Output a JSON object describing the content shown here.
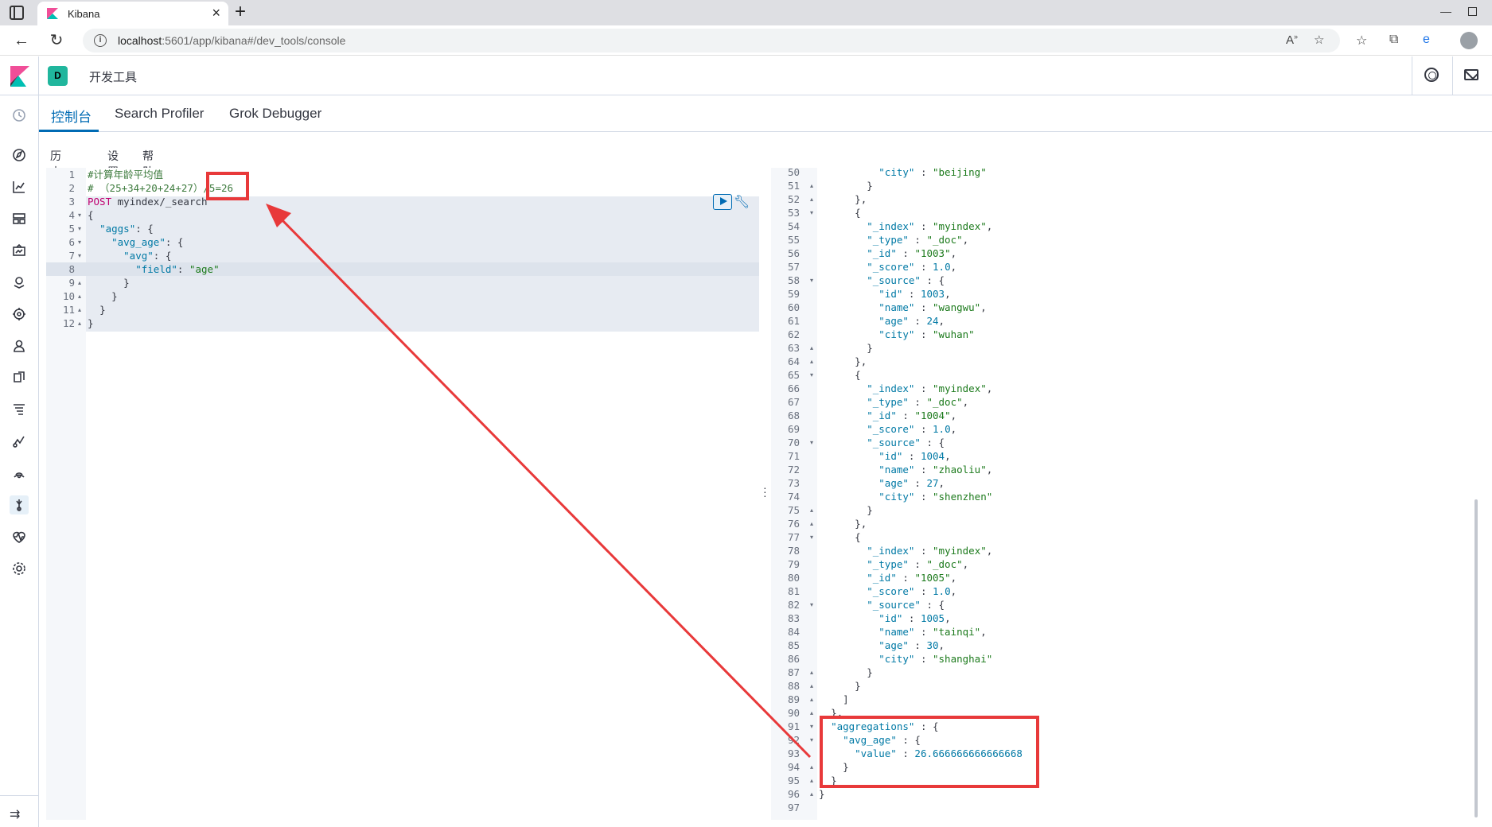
{
  "browser": {
    "tab_title": "Kibana",
    "url_host": "localhost",
    "url_rest": ":5601/app/kibana#/dev_tools/console"
  },
  "header": {
    "space_initial": "D",
    "breadcrumb": "开发工具"
  },
  "icons": {
    "sidebar": [
      "clock-icon",
      "compass-icon",
      "visualize-icon",
      "dashboard-icon",
      "canvas-icon",
      "maps-icon",
      "ml-icon",
      "user-icon",
      "logs-icon",
      "apm-icon",
      "uptime-icon",
      "siem-icon",
      "devtools-icon",
      "monitoring-icon",
      "management-icon"
    ]
  },
  "devtools": {
    "tabs": [
      {
        "label": "控制台",
        "active": true
      },
      {
        "label": "Search Profiler",
        "active": false
      },
      {
        "label": "Grok Debugger",
        "active": false
      }
    ],
    "menu": [
      "历史记录",
      "设置",
      "帮助"
    ]
  },
  "request_lines": [
    {
      "n": "1",
      "fold": "",
      "text": "#计算年龄平均值"
    },
    {
      "n": "2",
      "fold": "",
      "text": "# （25+34+20+24+27）/5=26"
    },
    {
      "n": "3",
      "fold": "",
      "text": "POST myindex/_search"
    },
    {
      "n": "4",
      "fold": "▾",
      "text": "{"
    },
    {
      "n": "5",
      "fold": "▾",
      "text": "  \"aggs\": {"
    },
    {
      "n": "6",
      "fold": "▾",
      "text": "    \"avg_age\": {"
    },
    {
      "n": "7",
      "fold": "▾",
      "text": "      \"avg\": {"
    },
    {
      "n": "8",
      "fold": "",
      "text": "        \"field\": \"age\""
    },
    {
      "n": "9",
      "fold": "▴",
      "text": "      }"
    },
    {
      "n": "10",
      "fold": "▴",
      "text": "    }"
    },
    {
      "n": "11",
      "fold": "▴",
      "text": "  }"
    },
    {
      "n": "12",
      "fold": "▴",
      "text": "}"
    }
  ],
  "response_lines": [
    {
      "n": "50",
      "fold": "",
      "text": "          \"city\" : \"beijing\""
    },
    {
      "n": "51",
      "fold": "▴",
      "text": "        }"
    },
    {
      "n": "52",
      "fold": "▴",
      "text": "      },"
    },
    {
      "n": "53",
      "fold": "▾",
      "text": "      {"
    },
    {
      "n": "54",
      "fold": "",
      "text": "        \"_index\" : \"myindex\","
    },
    {
      "n": "55",
      "fold": "",
      "text": "        \"_type\" : \"_doc\","
    },
    {
      "n": "56",
      "fold": "",
      "text": "        \"_id\" : \"1003\","
    },
    {
      "n": "57",
      "fold": "",
      "text": "        \"_score\" : 1.0,"
    },
    {
      "n": "58",
      "fold": "▾",
      "text": "        \"_source\" : {"
    },
    {
      "n": "59",
      "fold": "",
      "text": "          \"id\" : 1003,"
    },
    {
      "n": "60",
      "fold": "",
      "text": "          \"name\" : \"wangwu\","
    },
    {
      "n": "61",
      "fold": "",
      "text": "          \"age\" : 24,"
    },
    {
      "n": "62",
      "fold": "",
      "text": "          \"city\" : \"wuhan\""
    },
    {
      "n": "63",
      "fold": "▴",
      "text": "        }"
    },
    {
      "n": "64",
      "fold": "▴",
      "text": "      },"
    },
    {
      "n": "65",
      "fold": "▾",
      "text": "      {"
    },
    {
      "n": "66",
      "fold": "",
      "text": "        \"_index\" : \"myindex\","
    },
    {
      "n": "67",
      "fold": "",
      "text": "        \"_type\" : \"_doc\","
    },
    {
      "n": "68",
      "fold": "",
      "text": "        \"_id\" : \"1004\","
    },
    {
      "n": "69",
      "fold": "",
      "text": "        \"_score\" : 1.0,"
    },
    {
      "n": "70",
      "fold": "▾",
      "text": "        \"_source\" : {"
    },
    {
      "n": "71",
      "fold": "",
      "text": "          \"id\" : 1004,"
    },
    {
      "n": "72",
      "fold": "",
      "text": "          \"name\" : \"zhaoliu\","
    },
    {
      "n": "73",
      "fold": "",
      "text": "          \"age\" : 27,"
    },
    {
      "n": "74",
      "fold": "",
      "text": "          \"city\" : \"shenzhen\""
    },
    {
      "n": "75",
      "fold": "▴",
      "text": "        }"
    },
    {
      "n": "76",
      "fold": "▴",
      "text": "      },"
    },
    {
      "n": "77",
      "fold": "▾",
      "text": "      {"
    },
    {
      "n": "78",
      "fold": "",
      "text": "        \"_index\" : \"myindex\","
    },
    {
      "n": "79",
      "fold": "",
      "text": "        \"_type\" : \"_doc\","
    },
    {
      "n": "80",
      "fold": "",
      "text": "        \"_id\" : \"1005\","
    },
    {
      "n": "81",
      "fold": "",
      "text": "        \"_score\" : 1.0,"
    },
    {
      "n": "82",
      "fold": "▾",
      "text": "        \"_source\" : {"
    },
    {
      "n": "83",
      "fold": "",
      "text": "          \"id\" : 1005,"
    },
    {
      "n": "84",
      "fold": "",
      "text": "          \"name\" : \"tainqi\","
    },
    {
      "n": "85",
      "fold": "",
      "text": "          \"age\" : 30,"
    },
    {
      "n": "86",
      "fold": "",
      "text": "          \"city\" : \"shanghai\""
    },
    {
      "n": "87",
      "fold": "▴",
      "text": "        }"
    },
    {
      "n": "88",
      "fold": "▴",
      "text": "      }"
    },
    {
      "n": "89",
      "fold": "▴",
      "text": "    ]"
    },
    {
      "n": "90",
      "fold": "▴",
      "text": "  },"
    },
    {
      "n": "91",
      "fold": "▾",
      "text": "  \"aggregations\" : {"
    },
    {
      "n": "92",
      "fold": "▾",
      "text": "    \"avg_age\" : {"
    },
    {
      "n": "93",
      "fold": "",
      "text": "      \"value\" : 26.666666666666668"
    },
    {
      "n": "94",
      "fold": "▴",
      "text": "    }"
    },
    {
      "n": "95",
      "fold": "▴",
      "text": "  }"
    },
    {
      "n": "96",
      "fold": "▴",
      "text": "}"
    },
    {
      "n": "97",
      "fold": "",
      "text": ""
    }
  ],
  "annotation": {
    "color": "#e8393a"
  }
}
